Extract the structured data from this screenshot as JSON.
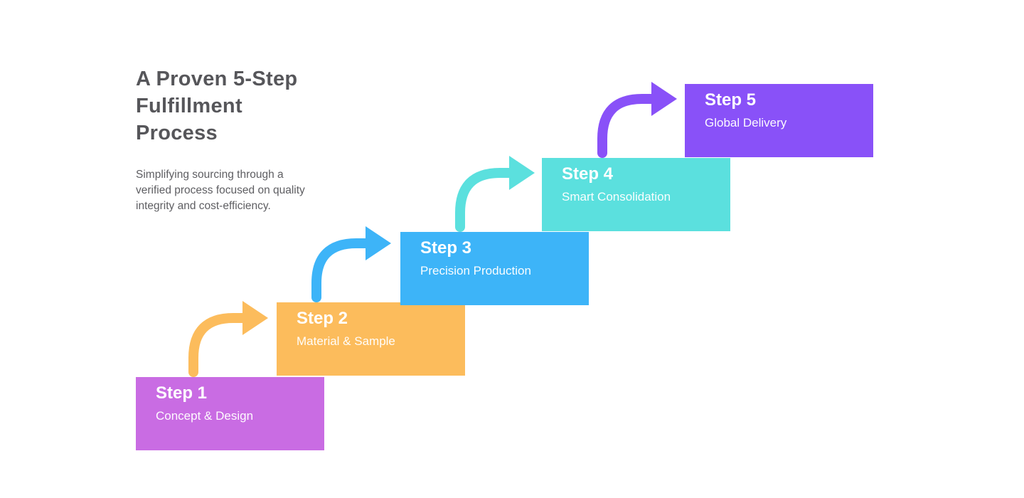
{
  "header": {
    "title": "A Proven 5-Step\nFulfillment\nProcess",
    "subtitle": "Simplifying sourcing through a\nverified process focused on quality\nintegrity and cost-efficiency.",
    "title_color": "#56565a",
    "subtitle_color": "#5e5e62"
  },
  "steps": [
    {
      "label": "Step 1",
      "description": "Concept & Design",
      "color": "#c96ce3"
    },
    {
      "label": "Step 2",
      "description": "Material & Sample",
      "color": "#fcbc5c"
    },
    {
      "label": "Step 3",
      "description": "Precision Production",
      "color": "#3db4f8"
    },
    {
      "label": "Step 4",
      "description": "Smart Consolidation",
      "color": "#5be0de"
    },
    {
      "label": "Step 5",
      "description": "Global Delivery",
      "color": "#8951f8"
    }
  ],
  "arrows": [
    {
      "name": "arrow-step1-to-step2",
      "color": "#fcbc5c"
    },
    {
      "name": "arrow-step2-to-step3",
      "color": "#3db4f8"
    },
    {
      "name": "arrow-step3-to-step4",
      "color": "#5be0de"
    },
    {
      "name": "arrow-step4-to-step5",
      "color": "#8951f8"
    }
  ]
}
